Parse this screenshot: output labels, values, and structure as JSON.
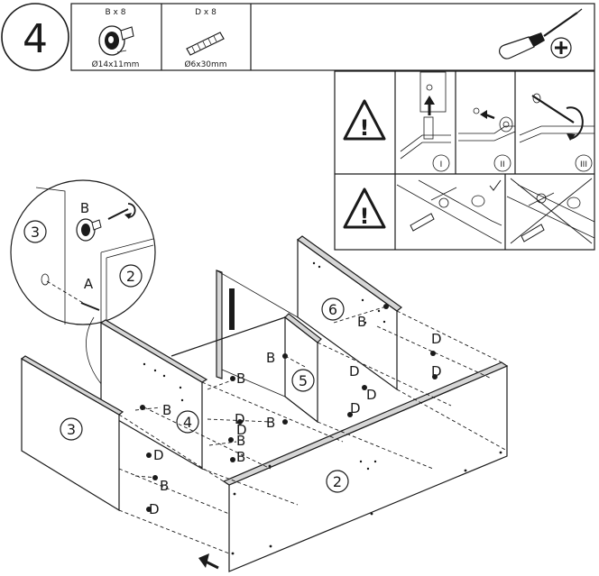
{
  "step": {
    "number": "4"
  },
  "parts": {
    "items": [
      {
        "code": "B",
        "qty_label": "B x 8",
        "size": "Ø14x11mm"
      },
      {
        "code": "D",
        "qty_label": "D x 8",
        "size": "Ø6x30mm"
      }
    ]
  },
  "warning": {
    "mark": "!",
    "steps": [
      "I",
      "II",
      "III"
    ]
  },
  "detail": {
    "panel_left": "3",
    "panel_right": "2",
    "fitting_label": "B",
    "screw_label": "A"
  },
  "assembly": {
    "panels": {
      "p2": "2",
      "p3": "3",
      "p4": "4",
      "p5": "5",
      "p6": "6"
    },
    "labels": {
      "b_p6": "B",
      "b_p5_top": "B",
      "b_p5_low": "B",
      "b_p4_mid": "B",
      "b_p4_left": "B",
      "b_low1": "B",
      "b_low2": "B",
      "b_p3": "B",
      "d_right1": "D",
      "d_right2": "D",
      "d_mid1": "D",
      "d_mid2": "D",
      "d_p4": "D",
      "d_low": "D",
      "d_p3_top": "D",
      "d_p3_bot": "D"
    }
  }
}
